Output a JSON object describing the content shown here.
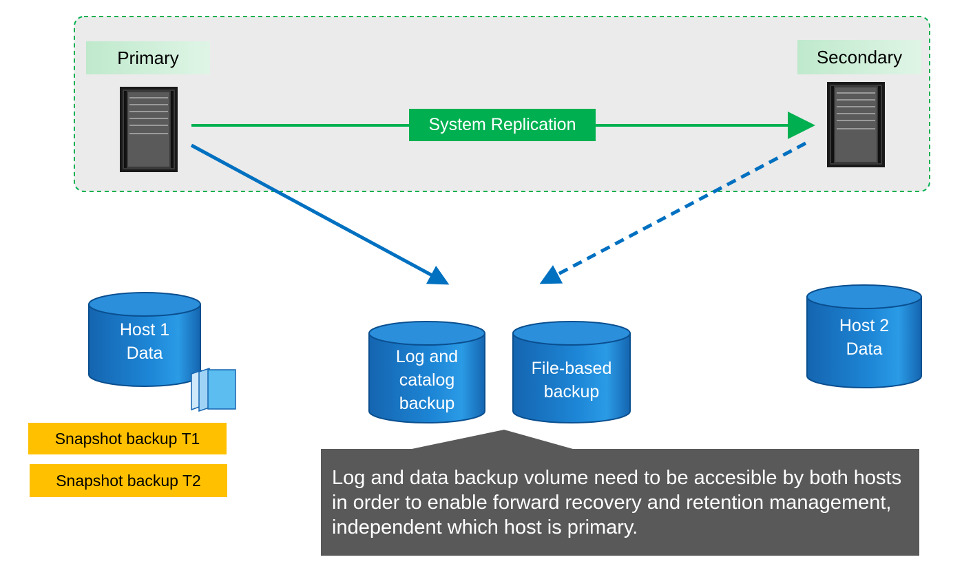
{
  "sites": {
    "primary_label": "Primary",
    "secondary_label": "Secondary"
  },
  "replication_label": "System Replication",
  "storage": {
    "host1_line1": "Host 1",
    "host1_line2": "Data",
    "log_line1": "Log and",
    "log_line2": "catalog",
    "log_line3": "backup",
    "file_line1": "File-based",
    "file_line2": "backup",
    "host2_line1": "Host 2",
    "host2_line2": "Data"
  },
  "snapshots": [
    "Snapshot backup T1",
    "Snapshot backup T2"
  ],
  "note": "Log and data backup volume need to be accesible by both hosts in order to enable forward recovery and retention management, independent which host is primary.",
  "colors": {
    "replication": "#00b050",
    "backup_arrow": "#0070c0",
    "snapshot": "#ffc000",
    "note_bg": "#595959",
    "cylinder": "#1b78c2"
  },
  "icons": [
    "server-icon",
    "database-icon",
    "snapshot-pages-icon"
  ]
}
